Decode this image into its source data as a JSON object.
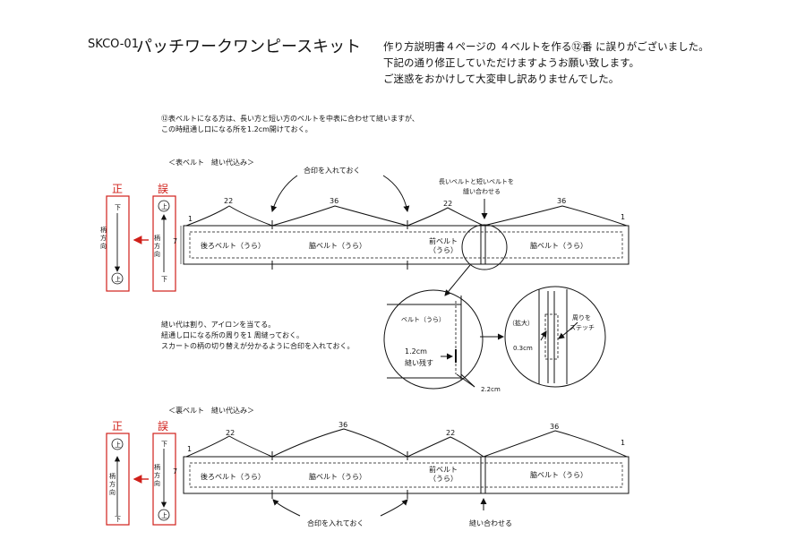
{
  "header": {
    "code": "SKCO-01",
    "title": "パッチワークワンピースキット",
    "notice": [
      "作り方説明書４ページの ４ベルトを作る⑫番 に誤りがございました。",
      "下記の通り修正していただけますようお願い致します。",
      "ご迷惑をおかけして大変申し訳ありませんでした。"
    ]
  },
  "instruction": [
    "⑫表ベルトになる方は、長い方と短い方のベルトを中表に合わせて縫いますが、",
    "この時紐通し口になる所を1.2cm開けておく。"
  ],
  "outer_belt": {
    "title": "＜表ベルト　縫い代込み＞",
    "mark_note": "合印を入れておく",
    "join_note": [
      "長いベルトと短いベルトを",
      "縫い合わせる"
    ],
    "lengths": [
      "22",
      "36",
      "22",
      "36"
    ],
    "end_numbers": [
      "1",
      "1"
    ],
    "width": "7",
    "segments": [
      "後ろベルト（うら）",
      "脇ベルト（うら）",
      "前ベルト（うら）",
      "脇ベルト（うら）"
    ]
  },
  "legend_correct": {
    "label": "正",
    "top": "下",
    "middle": "柄方向",
    "bottom": "上"
  },
  "legend_wrong": {
    "label": "誤",
    "top": "上",
    "middle": "柄方向",
    "bottom": "下"
  },
  "middle_notes": [
    "縫い代は割り、アイロンを当てる。",
    "紐通し口になる所の周りを1 周縫っておく。",
    "スカートの柄の切り替えが分かるように合印を入れておく。"
  ],
  "detail_left": {
    "label": "ベルト（うら）",
    "gap_value": "1.2cm",
    "gap_note": "縫い残す",
    "bottom_value": "2.2cm"
  },
  "detail_right": {
    "zoom": "（拡大）",
    "stitch": [
      "周りを",
      "ステッチ"
    ],
    "margin_value": "0.3cm"
  },
  "inner_belt": {
    "title": "＜裏ベルト　縫い代込み＞",
    "mark_note": "合印を入れておく",
    "join_note": "縫い合わせる",
    "lengths": [
      "22",
      "36",
      "22",
      "36"
    ],
    "end_numbers": [
      "1",
      "1"
    ],
    "width": "7",
    "segments": [
      "後ろベルト（うら）",
      "脇ベルト（うら）",
      "前ベルト（うら）",
      "脇ベルト（うら）"
    ]
  },
  "legend2_correct": {
    "label": "正",
    "top": "上",
    "middle": "柄方向",
    "bottom": "下"
  },
  "legend2_wrong": {
    "label": "誤",
    "top": "下",
    "middle": "柄方向",
    "bottom": "上"
  }
}
